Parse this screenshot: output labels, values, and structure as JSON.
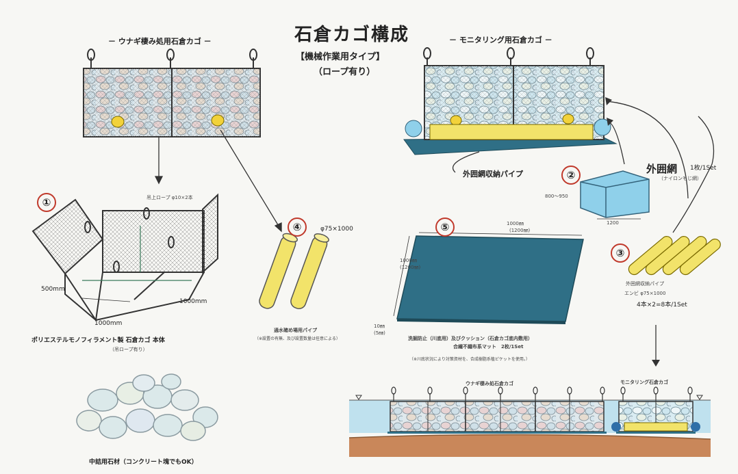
{
  "title": "石倉カゴ構成",
  "subtitle_type": "【機械作業用タイプ】",
  "subtitle_rope": "（ロープ有り）",
  "left_heading": "－ ウナギ棲み処用石倉カゴ －",
  "right_heading": "－ モニタリング用石倉カゴ －",
  "outer_pipe_label": "外囲網収納パイプ",
  "items": [
    {
      "num": "①",
      "rope": "吊上ロープ φ10×2本",
      "dim_h": "500mm",
      "dim_w": "1000mm",
      "dim_d": "1000mm",
      "label": "ポリエステルモノフィラメント製 石倉カゴ 本体",
      "note": "（吊ロープ有り）"
    },
    {
      "num": "②",
      "name": "外囲網",
      "qty": "1枚/1Set",
      "note": "（ナイロンもじ網）",
      "dim_h": "800～950",
      "dim_w": "1200"
    },
    {
      "num": "③",
      "label": "外囲網収納パイプ",
      "spec": "エンビ φ75×1000",
      "qty": "4本×2=8本/1Set"
    },
    {
      "num": "④",
      "spec": "φ75×1000",
      "label": "通水確め場用パイプ",
      "note": "（※設置の有無、及び設置数量は任意による）"
    },
    {
      "num": "⑤",
      "dim_top": "1000㎜",
      "dim_top_sub": "(1200㎜)",
      "dim_side": "1000㎜",
      "dim_side_sub": "(1200㎜)",
      "thick": "10㎜",
      "thick_sub": "(5㎜)",
      "label1": "洗掘防止（川底用）及びクッション（石倉カゴ底内敷用）",
      "label2": "合繊不織布系マット　2枚/1Set",
      "note": "（※川底状況により対策資材を、合成樹脂系植ピケットを使用。）"
    }
  ],
  "filler_label": "中詰用石材（コンクリート塊でもOK）",
  "section_label_unagi": "ウナギ棲み処石倉カゴ",
  "section_label_monitor": "モニタリング石倉カゴ",
  "colors": {
    "pipe_yellow": "#f2e36a",
    "mat_blue": "#2f6f86",
    "net_blue": "#8fd0ea",
    "circle_red": "#c0392b",
    "ground_brown": "#c9875a",
    "water_blue": "#bfe1ee"
  }
}
